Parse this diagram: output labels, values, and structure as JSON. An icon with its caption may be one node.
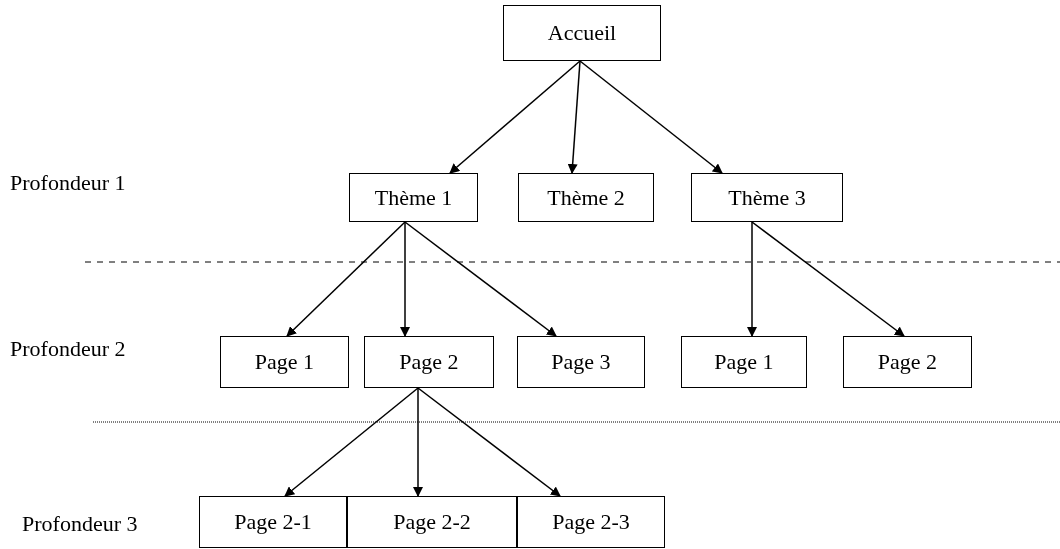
{
  "diagram": {
    "nodes": [
      {
        "text": [
          "Accueil"
        ]
      },
      {
        "text": [
          "Thème 1"
        ]
      },
      {
        "text": [
          "Thème 2"
        ]
      },
      {
        "text": [
          "Thème 3"
        ]
      },
      {
        "text": [
          "Page 1"
        ]
      },
      {
        "text": [
          "Page 2"
        ]
      },
      {
        "text": [
          "Page 3"
        ]
      },
      {
        "text": [
          "Page 1"
        ]
      },
      {
        "text": [
          "Page 2"
        ]
      },
      {
        "text": [
          "Page 2-1"
        ]
      },
      {
        "text": [
          "Page 2-2"
        ]
      },
      {
        "text": [
          "Page 2-3"
        ]
      }
    ],
    "edges": [
      {
        "from": 0,
        "to": 1,
        "arrow": "to"
      },
      {
        "from": 0,
        "to": 2,
        "arrow": "to"
      },
      {
        "from": 0,
        "to": 3,
        "arrow": "to"
      },
      {
        "from": 1,
        "to": 4,
        "arrow": "to"
      },
      {
        "from": 1,
        "to": 5,
        "arrow": "to"
      },
      {
        "from": 1,
        "to": 6,
        "arrow": "to"
      },
      {
        "from": 3,
        "to": 7,
        "arrow": "to"
      },
      {
        "from": 3,
        "to": 8,
        "arrow": "to"
      },
      {
        "from": 5,
        "to": 9,
        "arrow": "to"
      },
      {
        "from": 5,
        "to": 10,
        "arrow": "to"
      },
      {
        "from": 5,
        "to": 11,
        "arrow": "to"
      }
    ],
    "labels": [
      "Profondeur 1",
      "Profondeur 2",
      "Profondeur 3"
    ]
  }
}
